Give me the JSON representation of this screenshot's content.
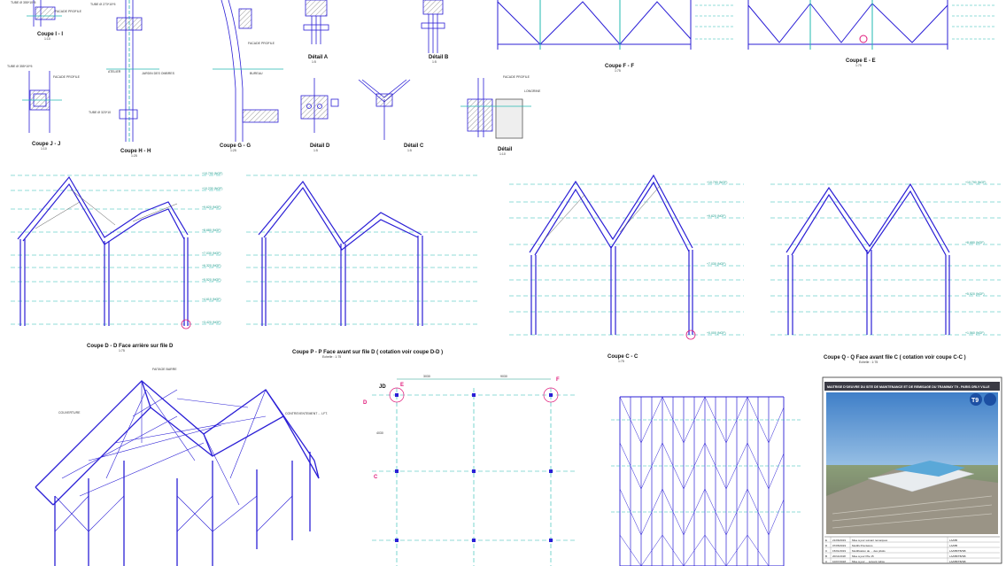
{
  "drawing": {
    "details_top": [
      {
        "id": "coupe-i",
        "label": "Coupe  I - I",
        "scale": "1:10",
        "notes": [
          "FACADE PROFILE",
          "TUBE Ø 355*10*5"
        ]
      },
      {
        "id": "coupe-j",
        "label": "Coupe  J - J",
        "scale": "1:10",
        "notes": [
          "TUBE Ø 355*10*5",
          "FACADE PROFILE"
        ]
      },
      {
        "id": "coupe-h",
        "label": "Coupe  H - H",
        "scale": "1:25",
        "notes": [
          "TUBE Ø 273*10*5",
          "ATELIER",
          "TUBE Ø 323*10"
        ]
      },
      {
        "id": "coupe-g",
        "label": "Coupe  G - G",
        "scale": "1:25",
        "notes": [
          "FACADE PROFILE",
          "JARDIN DES OMBRES",
          "BUREAU"
        ]
      },
      {
        "id": "detail-a",
        "label": "Détail  A",
        "scale": "1:5"
      },
      {
        "id": "detail-b",
        "label": "Détail  B",
        "scale": "1:5"
      },
      {
        "id": "detail-d",
        "label": "Détail  D",
        "scale": "1:5"
      },
      {
        "id": "detail-c",
        "label": "Détail  C",
        "scale": "1:5"
      },
      {
        "id": "detail-e",
        "label": "Détail",
        "scale": "1:10",
        "notes": [
          "FACADE PROFILE",
          "LONGRINE"
        ]
      },
      {
        "id": "coupe-f",
        "label": "Coupe  F - F",
        "scale": "1:75"
      },
      {
        "id": "coupe-e",
        "label": "Coupe  E - E",
        "scale": "1:75"
      }
    ],
    "sections": [
      {
        "id": "coupe-d",
        "label": "Coupe  D - D   Face arrière sur file D",
        "scale": "1:75"
      },
      {
        "id": "coupe-p",
        "label": "Coupe  P - P   Face avant sur file D ( cotation voir coupe D-D )",
        "scale": "Echelle : 1:75"
      },
      {
        "id": "coupe-c",
        "label": "Coupe  C - C",
        "scale": "1:75"
      },
      {
        "id": "coupe-q",
        "label": "Coupe  Q - Q   Face avant file C ( cotation voir coupe C-C )",
        "scale": "Echelle : 1:75"
      }
    ],
    "iso_notes": [
      "FAITAGE BARRE",
      "COUVERTURE",
      "CONTREVENTEMENT ... LFT."
    ],
    "plan_labels": {
      "grid": [
        "E",
        "F",
        "D",
        "C"
      ],
      "dims": [
        "3030",
        "9030",
        "4030"
      ],
      "axis": "JD"
    },
    "levels": [
      "+10.790 (NGF)",
      "+10.230 (NGF)",
      "+9.620 (NGF)",
      "+8.680 (NGF)",
      "+7.030 (NGF)",
      "+6.320 (NGF)",
      "+5.520 (NGF)",
      "+4.610 (NGF)",
      "+3.420 (NGF)",
      "+1.560 (NGF)",
      "+0.000 (NGF)"
    ],
    "title_block": {
      "header": "MAITRISE D'OEUVRE DU SITE DE MAINTENANCE ET DE REMISAGE DU TRAMWAY T9 - PARIS ORLY VILLE",
      "logo": "T9",
      "rows": [
        [
          "E",
          "21/06/2019",
          "Mise à jour suivant remarques",
          "LA/MB"
        ],
        [
          "D",
          "07/05/2019",
          "Modifs Précisions",
          "LA/MB"
        ],
        [
          "C",
          "15/01/2019",
          "Modification de ... des pilotis",
          "LA/MB/TB/SB"
        ],
        [
          "B",
          "20/11/2018",
          "Mise à jour Pile 15",
          "LA/MB/TB/SB"
        ],
        [
          "A",
          "10/07/2018",
          "Mise à jour ... suivant indice",
          "LA/MB/TB/SB"
        ]
      ]
    },
    "colors": {
      "line": "#2b1fd6",
      "grid": "#22b8b0",
      "dim": "#1a9a8a",
      "accent": "#e0187a",
      "sky": "#6ea8d8",
      "render": "#9a9486"
    }
  }
}
